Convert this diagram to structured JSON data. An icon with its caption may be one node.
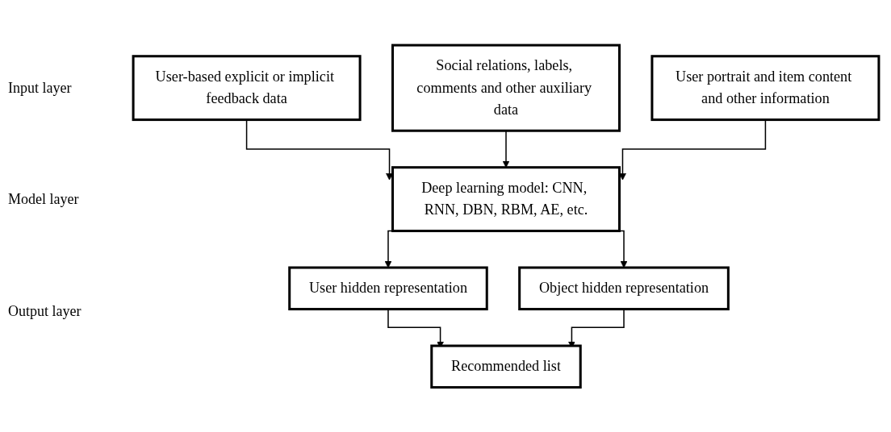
{
  "diagram": {
    "nodes": [
      {
        "text": [
          "User-based explicit or implicit feedback data"
        ]
      },
      {
        "text": [
          "Social relations, labels, comments and other auxiliary data"
        ]
      },
      {
        "text": [
          "User portrait and item content and other information"
        ]
      },
      {
        "text": [
          "Deep learning model: CNN, RNN, DBN, RBM, AE, etc."
        ]
      },
      {
        "text": [
          "User hidden representation"
        ]
      },
      {
        "text": [
          "Object hidden representation"
        ]
      },
      {
        "text": [
          "Recommended list"
        ]
      }
    ],
    "edges": [
      {
        "from": 0,
        "to": 3,
        "arrow": "to"
      },
      {
        "from": 1,
        "to": 3,
        "arrow": "to"
      },
      {
        "from": 2,
        "to": 3,
        "arrow": "to"
      },
      {
        "from": 3,
        "to": 4,
        "arrow": "to"
      },
      {
        "from": 3,
        "to": 5,
        "arrow": "to"
      },
      {
        "from": 4,
        "to": 6,
        "arrow": "to"
      },
      {
        "from": 5,
        "to": 6,
        "arrow": "to"
      }
    ],
    "labels": [
      "Input layer",
      "Model layer",
      "Output layer"
    ]
  }
}
